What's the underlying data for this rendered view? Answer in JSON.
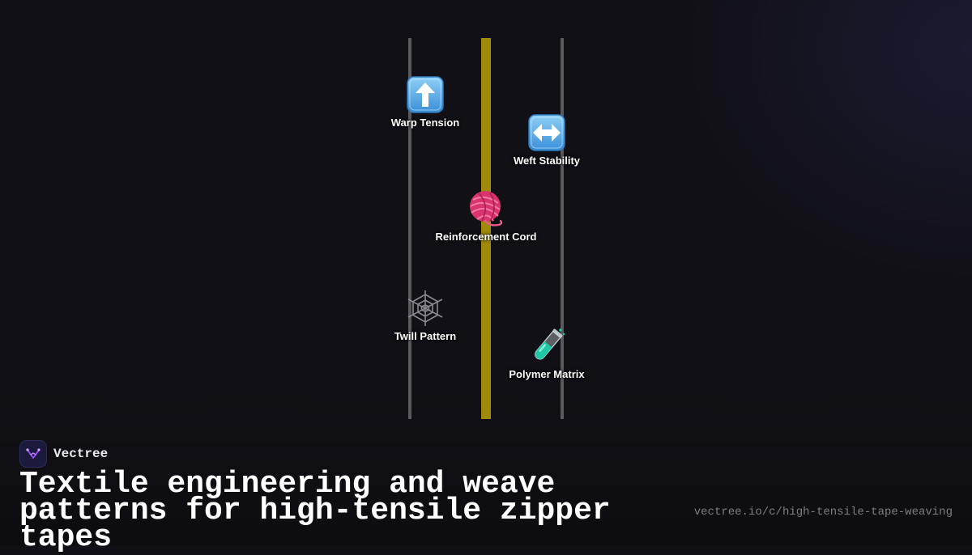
{
  "diagram": {
    "nodes": [
      {
        "label": "Warp Tension",
        "icon": "up-arrow-icon"
      },
      {
        "label": "Weft Stability",
        "icon": "left-right-arrow-icon"
      },
      {
        "label": "Reinforcement Cord",
        "icon": "yarn-icon"
      },
      {
        "label": "Twill Pattern",
        "icon": "spider-web-icon"
      },
      {
        "label": "Polymer Matrix",
        "icon": "test-tube-icon"
      }
    ],
    "colors": {
      "side_threads": "#5a5a5e",
      "center_thread": "#a08a0a"
    }
  },
  "footer": {
    "brand_name": "Vectree",
    "headline": "Textile engineering and weave patterns for high-tensile zipper tapes",
    "url": "vectree.io/c/high-tensile-tape-weaving"
  },
  "colors": {
    "background": "#111016",
    "brand_logo_bg": "#1c1a3c",
    "brand_logo_mark": "#9b4dff"
  }
}
